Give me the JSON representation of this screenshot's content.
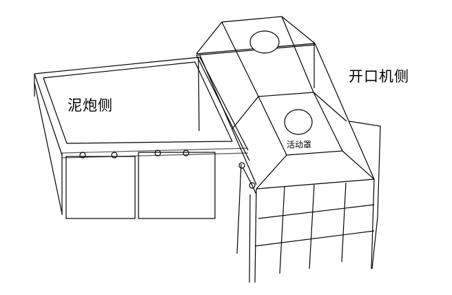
{
  "diagram": {
    "type": "line-drawing",
    "subject": "furnace taphole area with movable hood (3D perspective sketch)",
    "labels": {
      "mud_gun_side": "泥炮侧",
      "tapping_machine_side": "开口机侧",
      "movable_hood": "活动罩"
    },
    "components": [
      {
        "id": "mud-gun-platform",
        "label": "泥炮侧"
      },
      {
        "id": "movable-hood",
        "label": "活动罩",
        "openings": 2
      },
      {
        "id": "tapping-machine-enclosure",
        "label": "开口机侧",
        "grid": "4 columns x 3 rows"
      },
      {
        "id": "side-panels",
        "count": 2
      },
      {
        "id": "track-rollers",
        "count": 6
      }
    ],
    "colors": {
      "stroke": "#000000",
      "background": "#ffffff"
    }
  }
}
